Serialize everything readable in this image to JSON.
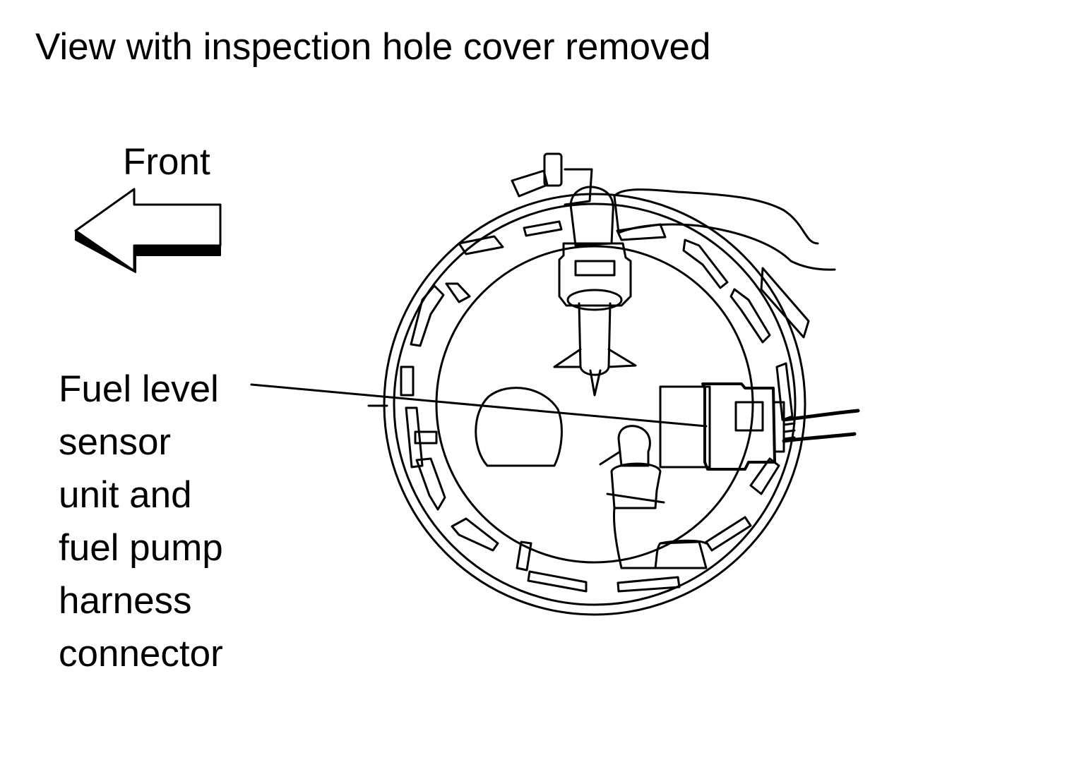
{
  "title": "View with inspection hole cover removed",
  "direction": {
    "label": "Front",
    "icon": "left-arrow-icon"
  },
  "callout": {
    "lines": [
      "Fuel level",
      "sensor",
      "unit and",
      "fuel pump",
      "harness",
      "connector"
    ]
  },
  "colors": {
    "line": "#000000",
    "background": "#ffffff"
  }
}
